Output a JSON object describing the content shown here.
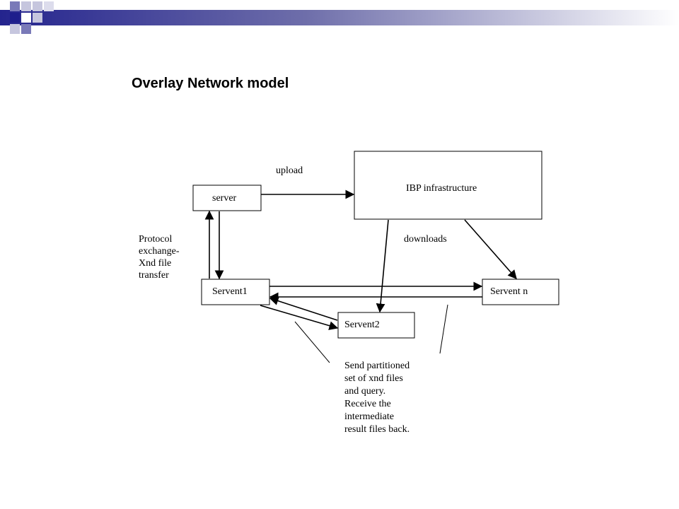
{
  "slide": {
    "title": "Overlay Network model"
  },
  "diagram": {
    "nodes": {
      "ibp": "IBP infrastructure",
      "server": "server",
      "servent1": "Servent1",
      "servent2": "Servent2",
      "servent_n": "Servent n"
    },
    "labels": {
      "upload": "upload",
      "downloads": "downloads",
      "protocol": [
        "Protocol",
        "exchange-",
        "Xnd file",
        "transfer"
      ],
      "note": [
        "Send partitioned",
        "set of xnd files",
        "and query.",
        "Receive the",
        "intermediate",
        "result files back."
      ]
    }
  },
  "colors": {
    "banner_dark": "#1e1e8c",
    "banner_mid": "#7878b4",
    "banner_light": "#c8c8dc",
    "line": "#000000"
  }
}
